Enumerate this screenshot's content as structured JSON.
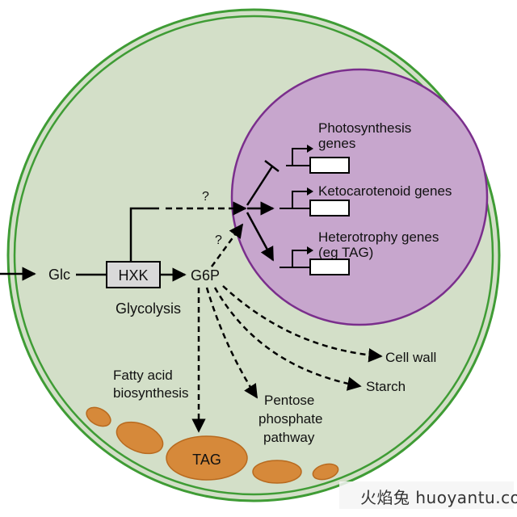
{
  "colors": {
    "cell_fill": "#d3dfc8",
    "membrane": "#3f9c35",
    "nucleus_fill": "#c7a6cd",
    "nucleus_stroke": "#7a2e8c",
    "lipid_fill": "#d6893a",
    "lipid_stroke": "#b86a1f"
  },
  "labels": {
    "glc": "Glc",
    "hxk": "HXK",
    "g6p": "G6P",
    "glycolysis": "Glycolysis",
    "question_top": "?",
    "question_mid": "?",
    "fatty_acid_1": "Fatty acid",
    "fatty_acid_2": "biosynthesis",
    "tag": "TAG",
    "pentose_1": "Pentose",
    "pentose_2": "phosphate",
    "pentose_3": "pathway",
    "cell_wall": "Cell wall",
    "starch": "Starch"
  },
  "nucleus_genes": {
    "photosynthesis_1": "Photosynthesis",
    "photosynthesis_2": "genes",
    "ketocarotenoid": "Ketocarotenoid genes",
    "heterotrophy_1": "Heterotrophy genes",
    "heterotrophy_2": "(eg TAG)"
  },
  "watermark": {
    "text": "火焰兔 huoyantu.com"
  }
}
